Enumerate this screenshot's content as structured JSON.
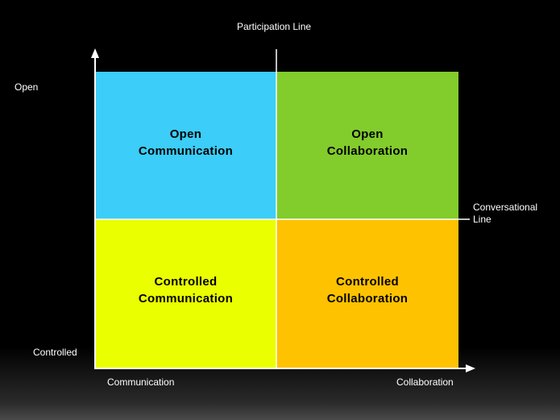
{
  "title": "Participation Line",
  "y_axis": {
    "top_label": "Open",
    "bottom_label": "Controlled"
  },
  "x_axis": {
    "left_label": "Communication",
    "right_label": "Collaboration"
  },
  "horizontal_divider_label": {
    "line1": "Conversational",
    "line2": "Line"
  },
  "quadrants": {
    "top_left": {
      "line1": "Open",
      "line2": "Communication",
      "color": "#3ccdf8"
    },
    "top_right": {
      "line1": "Open",
      "line2": "Collaboration",
      "color": "#82cc2c"
    },
    "bottom_left": {
      "line1": "Controlled",
      "line2": "Communication",
      "color": "#eaff00"
    },
    "bottom_right": {
      "line1": "Controlled",
      "line2": "Collaboration",
      "color": "#ffc200"
    }
  }
}
